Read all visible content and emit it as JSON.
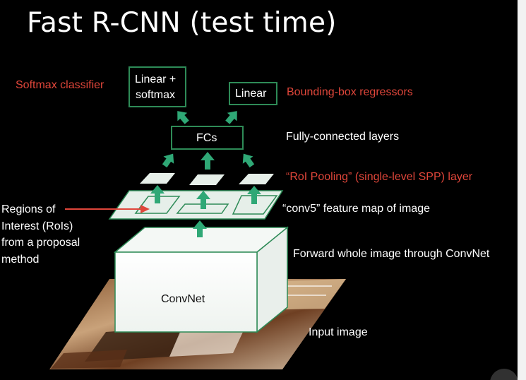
{
  "slide": {
    "title": "Fast R-CNN (test time)",
    "labels": {
      "softmax_classifier": "Softmax classifier",
      "bbox_regressors": "Bounding-box regressors",
      "fc_layers": "Fully-connected layers",
      "roi_pooling": "“RoI Pooling” (single-level SPP) layer",
      "conv5": "“conv5” feature map of image",
      "rois_line1": "Regions of",
      "rois_line2": "Interest (RoIs)",
      "rois_line3": "from a proposal",
      "rois_line4": "method",
      "forward": "Forward whole image through ConvNet",
      "input": "Input image"
    },
    "boxes": {
      "linear_softmax_line1": "Linear +",
      "linear_softmax_line2": "softmax",
      "linear": "Linear",
      "fcs": "FCs",
      "convnet": "ConvNet"
    }
  },
  "colors": {
    "background": "#000000",
    "box_border": "#2e8b57",
    "arrow": "#2fa876",
    "highlight_text": "#e0463a",
    "plain_text": "#ffffff",
    "feature_map_fill": "#e6efe9"
  }
}
